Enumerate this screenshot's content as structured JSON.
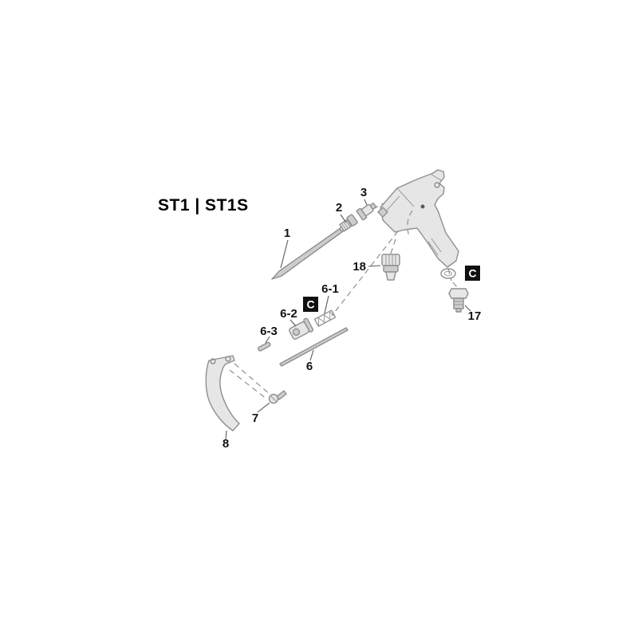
{
  "diagram": {
    "title": "ST1 | ST1S",
    "parts": {
      "p1": {
        "label": "1"
      },
      "p2": {
        "label": "2"
      },
      "p3": {
        "label": "3"
      },
      "p6": {
        "label": "6"
      },
      "p6_1": {
        "label": "6-1"
      },
      "p6_2": {
        "label": "6-2"
      },
      "p6_3": {
        "label": "6-3"
      },
      "p7": {
        "label": "7"
      },
      "p8": {
        "label": "8"
      },
      "p17": {
        "label": "17"
      },
      "p18": {
        "label": "18"
      }
    },
    "callouts": {
      "left": {
        "label": "C"
      },
      "right": {
        "label": "C"
      }
    },
    "colors": {
      "line": "#8f8f8f",
      "dark_line": "#5a5a5a",
      "fill_light": "#e6e6e6",
      "fill_mid": "#cdcdcd",
      "label": "#121212",
      "callout_bg": "#101010",
      "callout_text": "#ffffff"
    }
  }
}
